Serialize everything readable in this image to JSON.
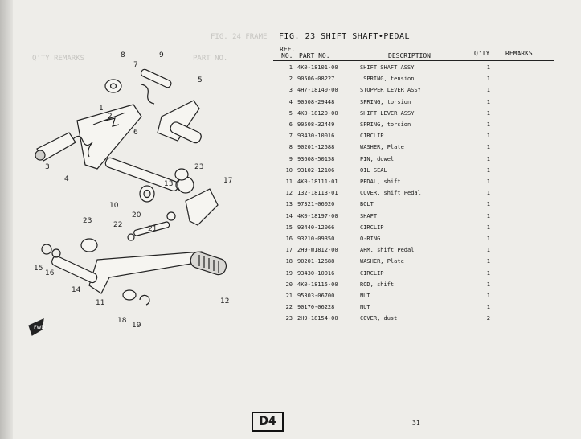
{
  "figure": {
    "title": "FIG. 23   SHIFT SHAFT•PEDAL"
  },
  "table": {
    "headers": {
      "ref_line1": "REF.",
      "ref_line2": "NO.",
      "part_no": "PART NO.",
      "description": "DESCRIPTION",
      "qty": "Q'TY",
      "remarks": "REMARKS"
    },
    "rows": [
      {
        "ref": "1",
        "part": "4K0-18101-00",
        "desc": "SHIFT SHAFT ASSY",
        "qty": "1"
      },
      {
        "ref": "2",
        "part": "90506-08227",
        "desc": ".SPRING, tension",
        "qty": "1"
      },
      {
        "ref": "3",
        "part": "4H7-18140-00",
        "desc": "STOPPER LEVER ASSY",
        "qty": "1"
      },
      {
        "ref": "4",
        "part": "90508-29448",
        "desc": "SPRING, torsion",
        "qty": "1"
      },
      {
        "ref": "5",
        "part": "4K0-18120-00",
        "desc": "SHIFT LEVER ASSY",
        "qty": "1"
      },
      {
        "ref": "6",
        "part": "90508-32449",
        "desc": "SPRING, torsion",
        "qty": "1"
      },
      {
        "ref": "7",
        "part": "93430-10016",
        "desc": "CIRCLIP",
        "qty": "1"
      },
      {
        "ref": "8",
        "part": "90201-12588",
        "desc": "WASHER, Plate",
        "qty": "1"
      },
      {
        "ref": "9",
        "part": "93608-50158",
        "desc": "PIN, dowel",
        "qty": "1"
      },
      {
        "ref": "10",
        "part": "93102-12106",
        "desc": "OIL SEAL",
        "qty": "1"
      },
      {
        "ref": "11",
        "part": "4K0-18111-01",
        "desc": "PEDAL, shift",
        "qty": "1"
      },
      {
        "ref": "12",
        "part": "132-18113-01",
        "desc": "COVER, shift Pedal",
        "qty": "1"
      },
      {
        "ref": "13",
        "part": "97321-06020",
        "desc": "BOLT",
        "qty": "1"
      },
      {
        "ref": "14",
        "part": "4K0-18197-00",
        "desc": "SHAFT",
        "qty": "1"
      },
      {
        "ref": "15",
        "part": "93440-12066",
        "desc": "CIRCLIP",
        "qty": "1"
      },
      {
        "ref": "16",
        "part": "93210-09350",
        "desc": "O-RING",
        "qty": "1"
      },
      {
        "ref": "17",
        "part": "2H9-W1812-00",
        "desc": "ARM, shift Pedal",
        "qty": "1"
      },
      {
        "ref": "18",
        "part": "90201-12688",
        "desc": "WASHER, Plate",
        "qty": "1"
      },
      {
        "ref": "19",
        "part": "93430-10016",
        "desc": "CIRCLIP",
        "qty": "1"
      },
      {
        "ref": "20",
        "part": "4K0-18115-00",
        "desc": "ROD, shift",
        "qty": "1"
      },
      {
        "ref": "21",
        "part": "95303-06700",
        "desc": "NUT",
        "qty": "1"
      },
      {
        "ref": "22",
        "part": "90170-06228",
        "desc": "NUT",
        "qty": "1"
      },
      {
        "ref": "23",
        "part": "2H9-18154-00",
        "desc": "COVER, dust",
        "qty": "2"
      }
    ]
  },
  "diagram": {
    "callouts": [
      "1",
      "2",
      "3",
      "4",
      "5",
      "6",
      "7",
      "8",
      "9",
      "10",
      "11",
      "12",
      "13",
      "14",
      "15",
      "16",
      "17",
      "18",
      "19",
      "20",
      "21",
      "22",
      "23",
      "23"
    ],
    "fwd_label": "FWD"
  },
  "ghost_text": {
    "header": "FIG. 24  FRAME",
    "col": "PART NO.",
    "remarks": "Q'TY  REMARKS"
  },
  "footer": {
    "section": "D4",
    "page": "31"
  }
}
